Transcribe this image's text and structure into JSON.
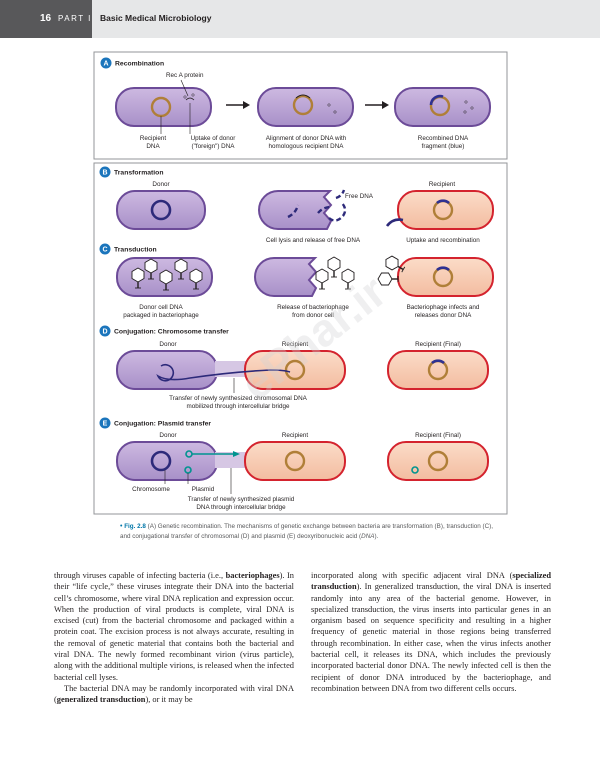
{
  "header": {
    "page_number": "16",
    "part": "PART I",
    "book_title": "Basic Medical Microbiology"
  },
  "figure": {
    "watermark": "ePhar.ir",
    "panels": {
      "a": {
        "letter": "A",
        "title": "Recombination",
        "rec_a": "Rec A protein",
        "label_recipient": [
          "Recipient",
          "DNA"
        ],
        "label_donor_uptake": [
          "Uptake of donor",
          "(\"foreign\") DNA"
        ],
        "label_alignment": [
          "Alignment of donor DNA with",
          "homologous recipient DNA"
        ],
        "label_recombined": [
          "Recombined DNA",
          "fragment (blue)"
        ]
      },
      "b": {
        "letter": "B",
        "title": "Transformation",
        "donor": "Donor",
        "recipient": "Recipient",
        "free_dna": "Free DNA",
        "lysis": "Cell lysis and release of free DNA",
        "uptake": "Uptake and recombination"
      },
      "c": {
        "letter": "C",
        "title": "Transduction",
        "donor_cell": [
          "Donor cell DNA",
          "packaged in bacteriophage"
        ],
        "release": [
          "Release of bacteriophage",
          "from donor cell"
        ],
        "infects": [
          "Bacteriophage infects and",
          "releases donor DNA"
        ]
      },
      "d": {
        "letter": "D",
        "title": "Conjugation: Chromosome transfer",
        "donor": "Donor",
        "recipient": "Recipient",
        "recipient_final": "Recipient (Final)",
        "transfer": [
          "Transfer of newly synthesized chromosomal DNA",
          "mobilized through intercellular bridge"
        ]
      },
      "e": {
        "letter": "E",
        "title": "Conjugation: Plasmid transfer",
        "donor": "Donor",
        "recipient": "Recipient",
        "recipient_final": "Recipient (Final)",
        "chromosome": "Chromosome",
        "plasmid": "Plasmid",
        "transfer": [
          "Transfer of newly synthesized plasmid",
          "DNA through intercellular bridge"
        ]
      }
    },
    "caption": {
      "label": "Fig. 2.8",
      "text": "(A) Genetic recombination. The mechanisms of genetic exchange between bacteria are transformation (B), transduction (C), and conjugational transfer of chromosomal (D) and plasmid (E) deoxyribonucleic acid (",
      "dna_italic": "DNA",
      "text_end": ")."
    }
  },
  "body": {
    "left": {
      "p1_a": "through viruses capable of infecting bacteria (i.e., ",
      "p1_bold": "bacteriophages",
      "p1_b": "). In their “life cycle,” these viruses integrate their DNA into the bacterial cell’s chromosome, where viral DNA replication and expression occur. When the production of viral products is complete, viral DNA is excised (cut) from the bacterial chromosome and packaged within a protein coat. The excision process is not always accurate, resulting in the removal of genetic material that contains both the bacterial and viral DNA. The newly formed recombinant virion (virus particle), along with the additional multiple virions, is released when the infected bacterial cell lyses.",
      "p2_a": "The bacterial DNA may be randomly incorporated with viral DNA (",
      "p2_bold": "generalized transduction",
      "p2_b": "), or it may be"
    },
    "right": {
      "p1_a": "incorporated along with specific adjacent viral DNA (",
      "p1_bold": "specialized transduction",
      "p1_b": "). In generalized transduction, the viral DNA is inserted randomly into any area of the bacterial genome. However, in specialized transduction, the virus inserts into particular genes in an organism based on sequence specificity and resulting in a higher frequency of genetic material in those regions being transferred through recombination. In either case, when the virus infects another bacterial cell, it releases its DNA, which includes the previously incorporated bacterial donor DNA. The newly infected cell is then the recipient of donor DNA introduced by the bacteriophage, and recombination between DNA from two different cells occurs."
    }
  },
  "colors": {
    "cell_purple": "#b9a3d3",
    "cell_purple_edge": "#6c4b98",
    "cell_peach": "#f8cdb3",
    "cell_red_edge": "#d4232e",
    "dna_brown": "#b07f38",
    "dna_navy": "#2d2a7a",
    "plasmid_teal": "#00948f",
    "circle_blue": "#1b75bc",
    "header_dark": "#58585a"
  }
}
